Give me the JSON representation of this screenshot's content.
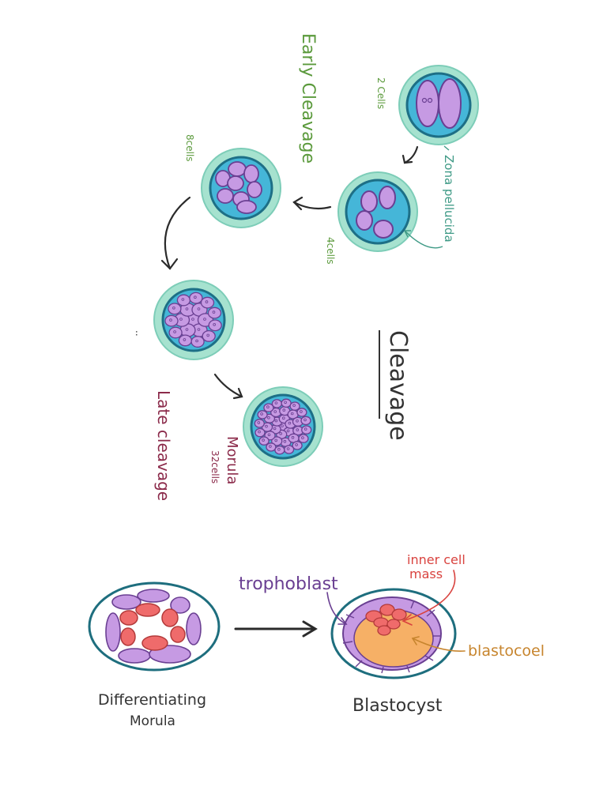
{
  "labels": {
    "early_cleavage": "Early Cleavage",
    "two_cells": "2 Cells",
    "zona_pellucida": "Zona pellucida",
    "four_cells": "4cells",
    "eight_cells": "8cells",
    "cleavage_title": "Cleavage",
    "ellipsis": "..",
    "late_cleavage": "Late cleavage",
    "morula": "Morula",
    "morula_cells": "32cells",
    "trophoblast": "trophoblast",
    "inner_cell_mass_1": "inner cell",
    "inner_cell_mass_2": "mass",
    "blastocoel": "blastocoel",
    "differentiating_1": "Differentiating",
    "differentiating_2": "Morula",
    "blastocyst": "Blastocyst"
  },
  "colors": {
    "zona": "#a6e2cf",
    "zona_edge": "#7dcdb8",
    "membrane": "#1d6f86",
    "fluid": "#45b6d8",
    "cell": "#c69ae3",
    "cell_edge": "#6a3f92",
    "inner_mass": "#ef6b6b",
    "blastocoel_fill": "#f6b066",
    "outline": "#1e6e7e",
    "arrow": "#2b2b2b"
  }
}
